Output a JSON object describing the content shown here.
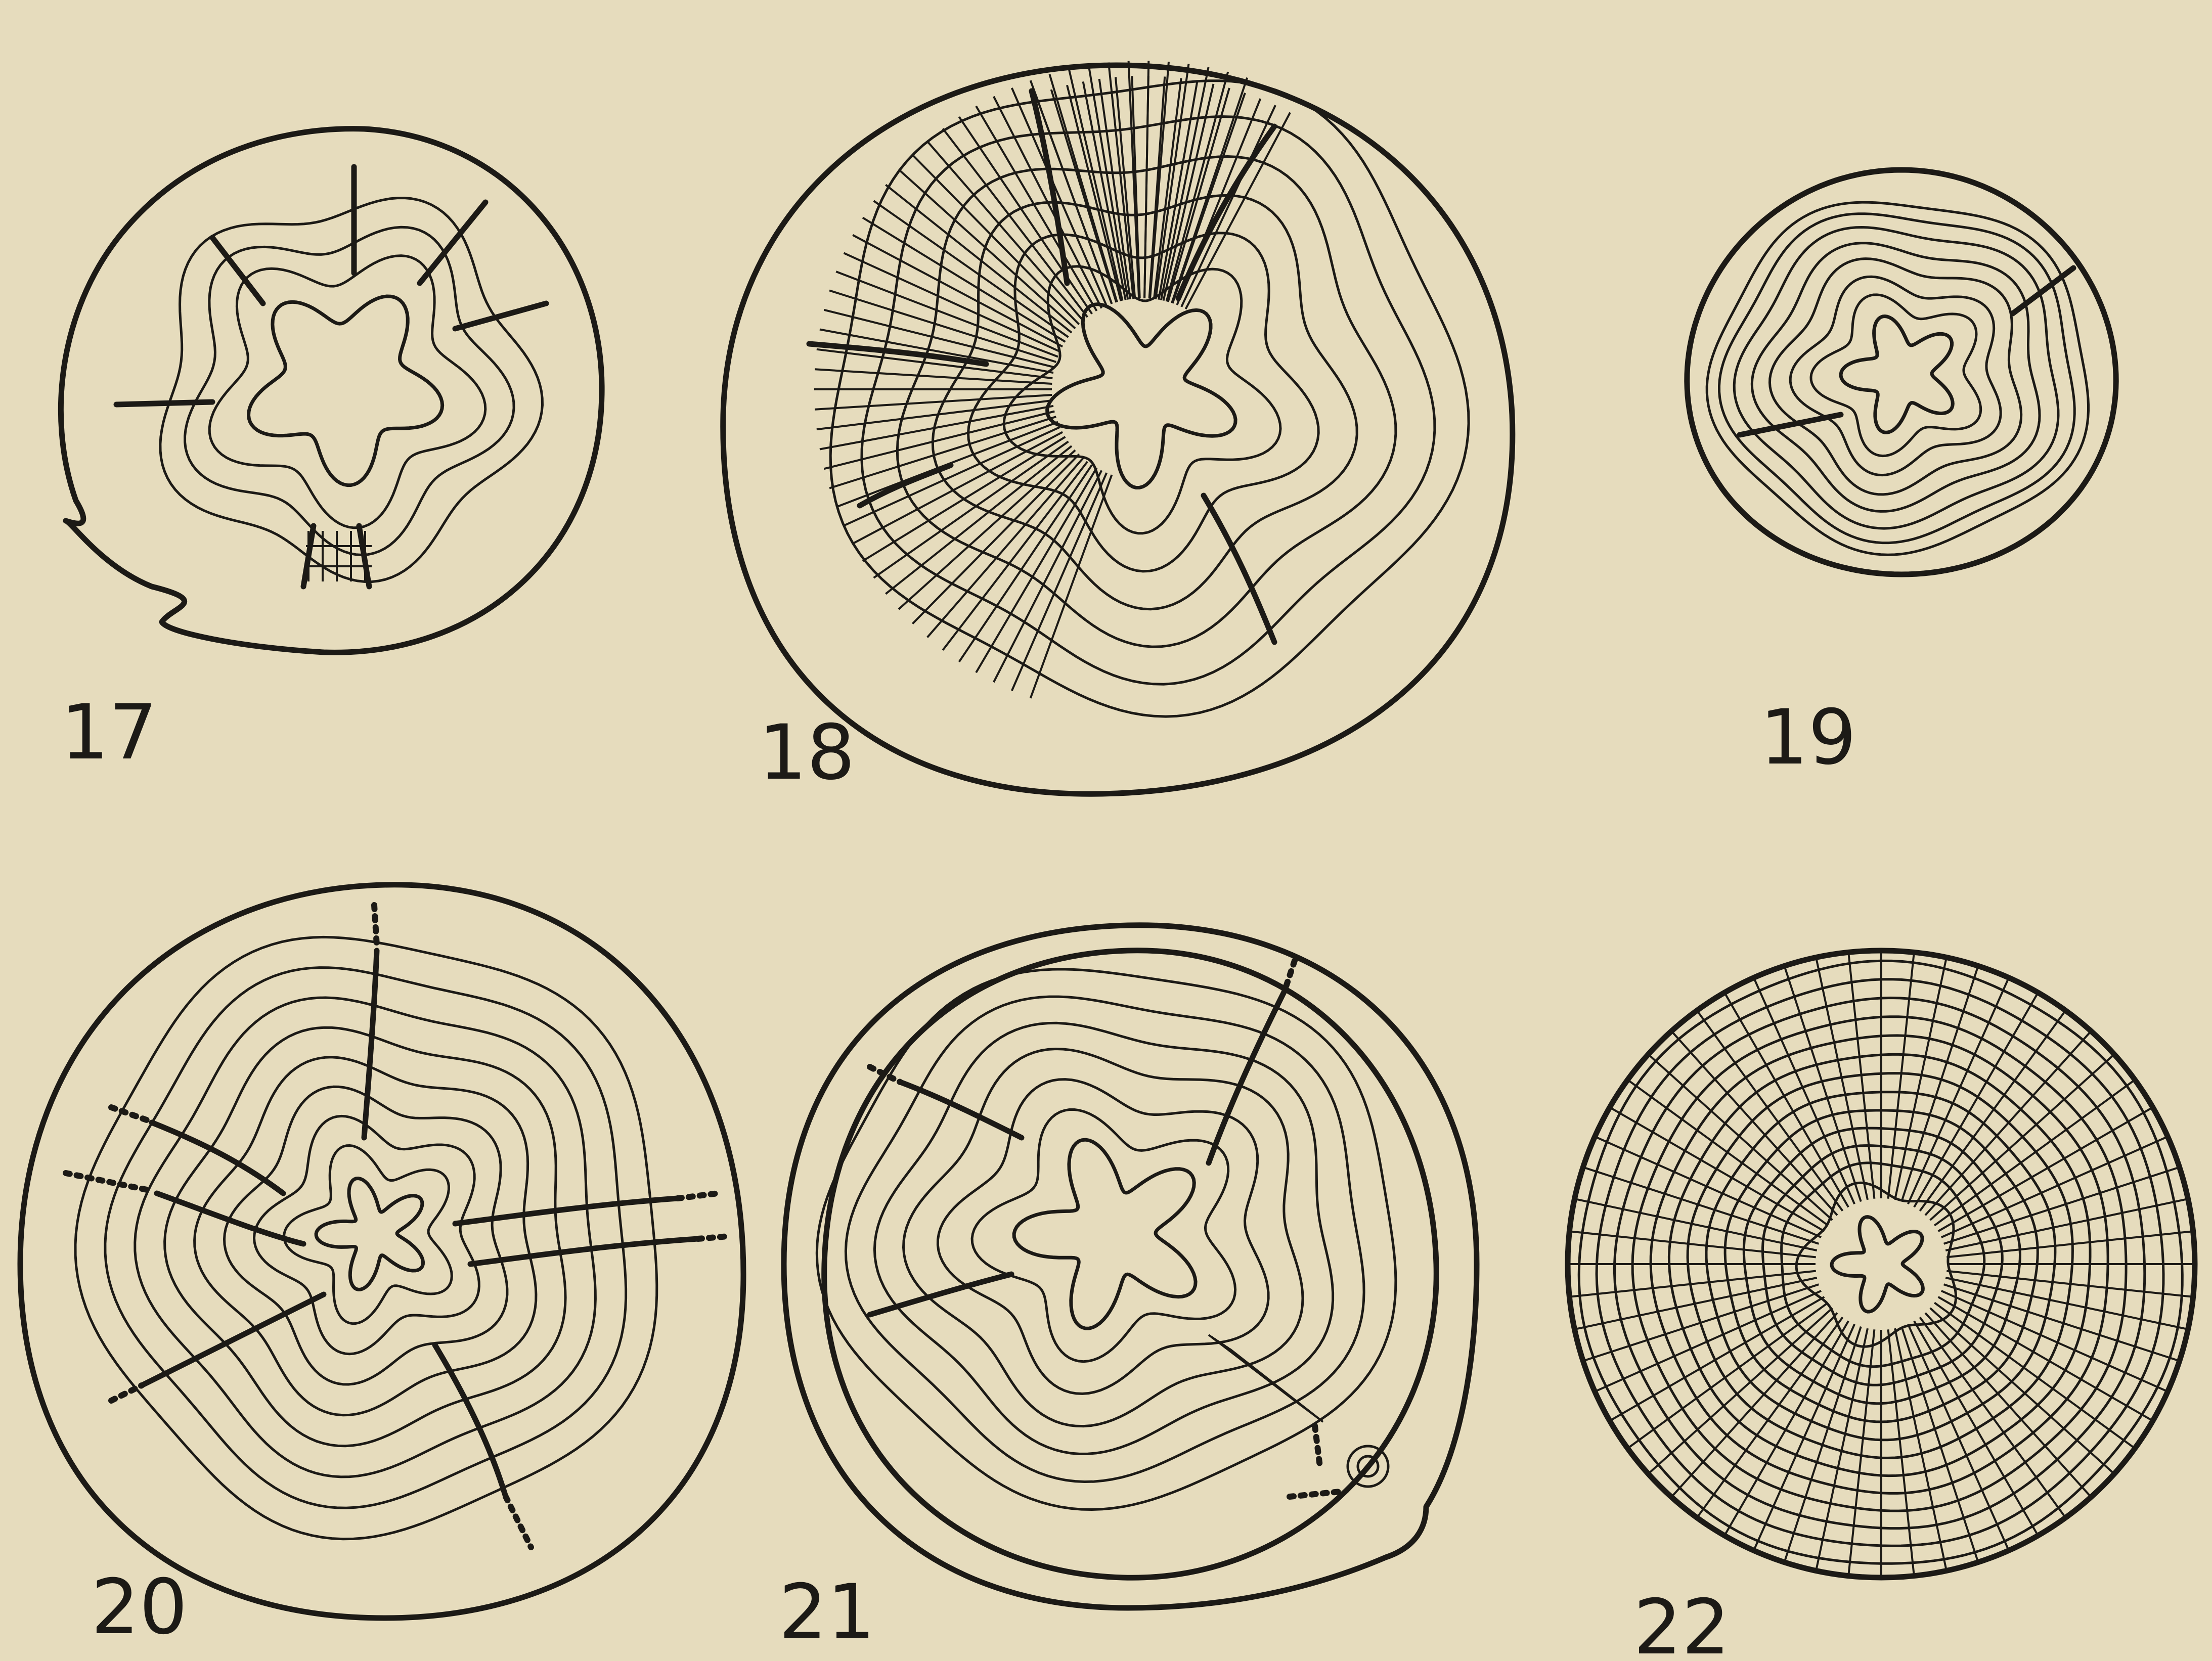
{
  "figures": [
    {
      "number": "17",
      "label": "17"
    },
    {
      "number": "18",
      "label": "18"
    },
    {
      "number": "19",
      "label": "19"
    },
    {
      "number": "20",
      "label": "20"
    },
    {
      "number": "21",
      "label": "21"
    },
    {
      "number": "22",
      "label": "22"
    }
  ],
  "colors": {
    "paper": "#e6dcbd",
    "ink": "#1c1a16"
  }
}
